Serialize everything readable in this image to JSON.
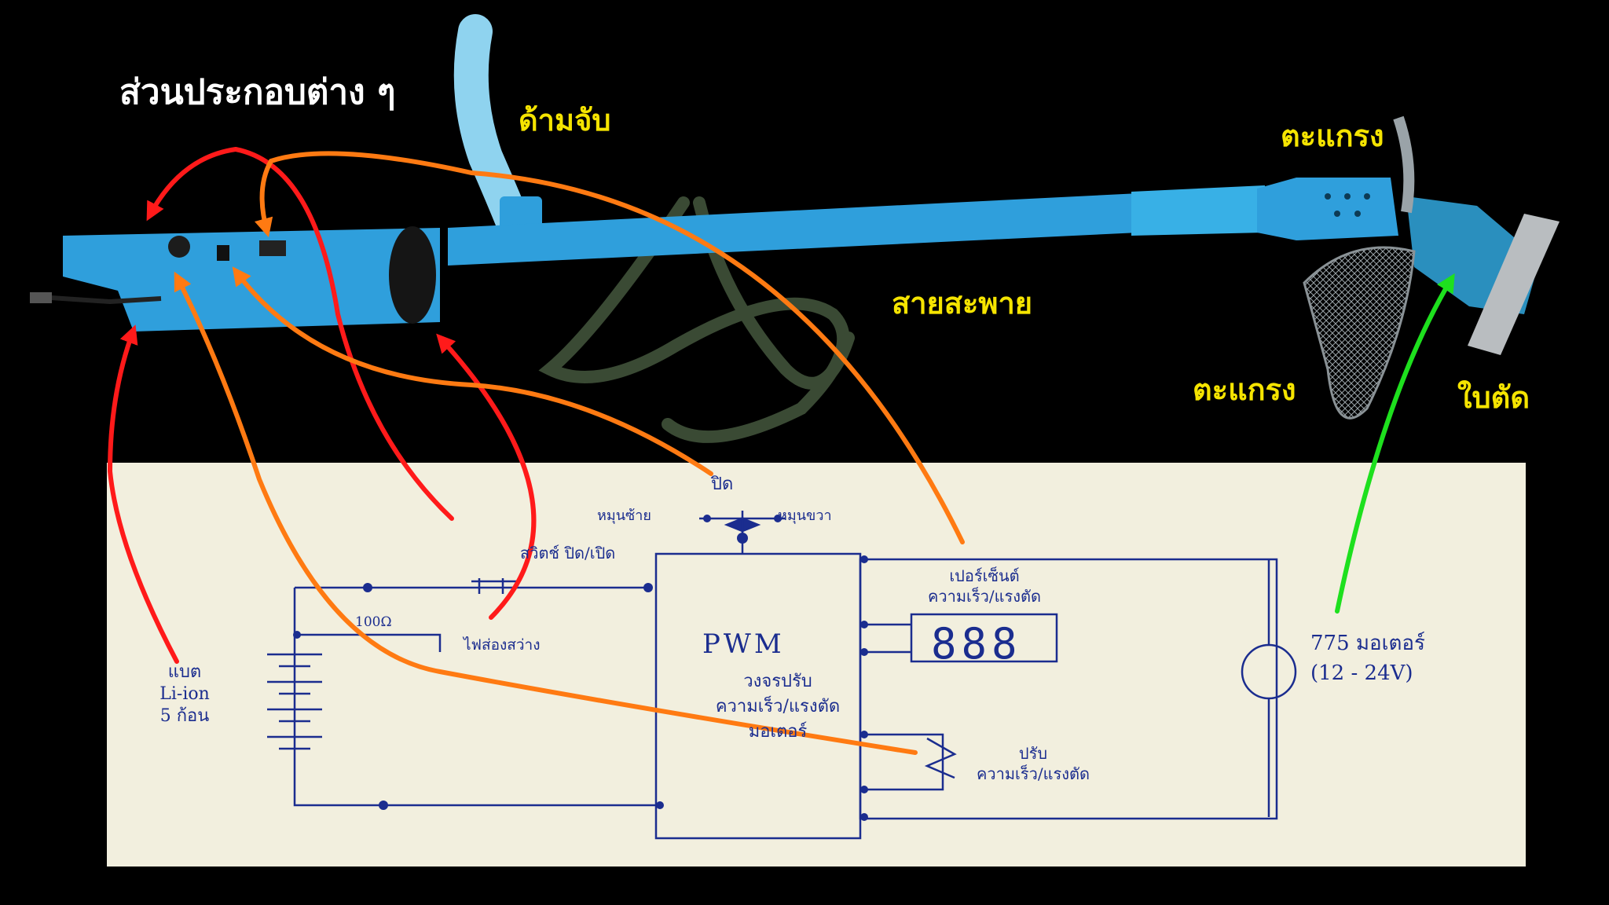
{
  "title": "ส่วนประกอบต่าง ๆ",
  "photo_labels": {
    "handle": "ด้ามจับ",
    "guard_top": "ตะแกรง",
    "strap": "สายสะพาย",
    "guard_bottom": "ตะแกรง",
    "blade": "ใบตัด"
  },
  "schematic": {
    "power_switch": "สวิตช์ ปิด/เปิด",
    "fuse": "100Ω",
    "indicator_led": "ไฟส่องสว่าง",
    "battery_line1": "แบต",
    "battery_line2": "Li-ion",
    "battery_line3": "5 ก้อน",
    "direction_switch": "ปิด",
    "direction_left": "หมุนซ้าย",
    "direction_right": "หมุนขวา",
    "controller": "PWM",
    "controller_line1": "วงจรปรับ",
    "controller_line2": "ความเร็ว/แรงตัด",
    "controller_line3": "มอเตอร์",
    "meter_line1": "เปอร์เซ็นต์",
    "meter_line2": "ความเร็ว/แรงตัด",
    "display_digits": "888",
    "pot_line1": "ปรับ",
    "pot_line2": "ความเร็ว/แรงตัด",
    "motor_line1": "775 มอเตอร์",
    "motor_line2": "(12 - 24V)"
  },
  "colors": {
    "background": "#000000",
    "title_text": "#ffffff",
    "label_text": "#f5e400",
    "pipe_blue": "#2f9fdc",
    "ink_blue": "#1b2d8f",
    "paper": "#f2efde",
    "arrow_red": "#ff1a1a",
    "arrow_orange": "#ff7a12",
    "arrow_green": "#1ee01e"
  }
}
